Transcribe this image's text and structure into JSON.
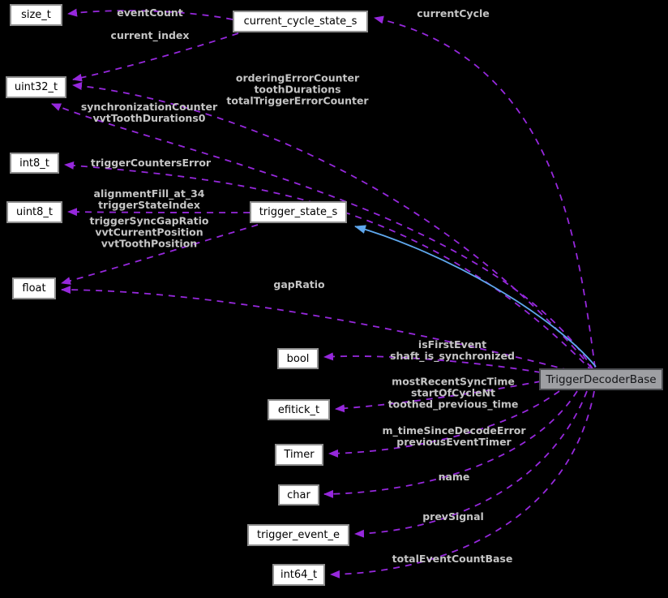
{
  "diagram": {
    "kind": "doxygen-collaboration-graph",
    "main_node": "TriggerDecoderBase",
    "colors": {
      "background": "#000000",
      "usage_edge": "#9628dc",
      "inheritance_edge": "#5fa8ee",
      "node_bg": "#ffffff",
      "node_border": "#8f8f8f",
      "node_text": "#000000",
      "main_node_bg": "#9e9fa3",
      "edge_label_text": "#c4c4c4"
    },
    "nodes": [
      {
        "id": "size_t",
        "label": "size_t"
      },
      {
        "id": "current_cycle_state_s",
        "label": "current_cycle_state_s"
      },
      {
        "id": "uint32_t",
        "label": "uint32_t"
      },
      {
        "id": "int8_t",
        "label": "int8_t"
      },
      {
        "id": "uint8_t",
        "label": "uint8_t"
      },
      {
        "id": "trigger_state_s",
        "label": "trigger_state_s"
      },
      {
        "id": "float",
        "label": "float"
      },
      {
        "id": "bool",
        "label": "bool"
      },
      {
        "id": "efitick_t",
        "label": "efitick_t"
      },
      {
        "id": "Timer",
        "label": "Timer"
      },
      {
        "id": "char",
        "label": "char"
      },
      {
        "id": "trigger_event_e",
        "label": "trigger_event_e"
      },
      {
        "id": "int64_t",
        "label": "int64_t"
      },
      {
        "id": "TriggerDecoderBase",
        "label": "TriggerDecoderBase"
      }
    ],
    "edges": [
      {
        "from": "current_cycle_state_s",
        "to": "size_t",
        "style": "dashed",
        "label": "eventCount"
      },
      {
        "from": "current_cycle_state_s",
        "to": "uint32_t",
        "style": "dashed",
        "label": "current_index"
      },
      {
        "from": "TriggerDecoderBase",
        "to": "current_cycle_state_s",
        "style": "dashed",
        "label": "currentCycle"
      },
      {
        "from": "TriggerDecoderBase",
        "to": "uint32_t",
        "style": "dashed",
        "label": "orderingErrorCounter\ntoothDurations\ntotalTriggerErrorCounter"
      },
      {
        "from": "TriggerDecoderBase",
        "to": "uint32_t",
        "style": "dashed",
        "label": "synchronizationCounter\nvvtToothDurations0"
      },
      {
        "from": "TriggerDecoderBase",
        "to": "int8_t",
        "style": "dashed",
        "label": "triggerCountersError"
      },
      {
        "from": "trigger_state_s",
        "to": "uint8_t",
        "style": "dashed",
        "label": "alignmentFill_at_34\ntriggerStateIndex"
      },
      {
        "from": "trigger_state_s",
        "to": "float",
        "style": "dashed",
        "label": "triggerSyncGapRatio\nvvtCurrentPosition\nvvtToothPosition"
      },
      {
        "from": "TriggerDecoderBase",
        "to": "float",
        "style": "dashed",
        "label": "gapRatio"
      },
      {
        "from": "TriggerDecoderBase",
        "to": "bool",
        "style": "dashed",
        "label": "isFirstEvent\nshaft_is_synchronized"
      },
      {
        "from": "TriggerDecoderBase",
        "to": "efitick_t",
        "style": "dashed",
        "label": "mostRecentSyncTime\nstartOfCycleNt\ntoothed_previous_time"
      },
      {
        "from": "TriggerDecoderBase",
        "to": "Timer",
        "style": "dashed",
        "label": "m_timeSinceDecodeError\npreviousEventTimer"
      },
      {
        "from": "TriggerDecoderBase",
        "to": "char",
        "style": "dashed",
        "label": "name"
      },
      {
        "from": "TriggerDecoderBase",
        "to": "trigger_event_e",
        "style": "dashed",
        "label": "prevSignal"
      },
      {
        "from": "TriggerDecoderBase",
        "to": "int64_t",
        "style": "dashed",
        "label": "totalEventCountBase"
      },
      {
        "from": "TriggerDecoderBase",
        "to": "trigger_state_s",
        "style": "solid-inheritance",
        "label": ""
      }
    ]
  }
}
